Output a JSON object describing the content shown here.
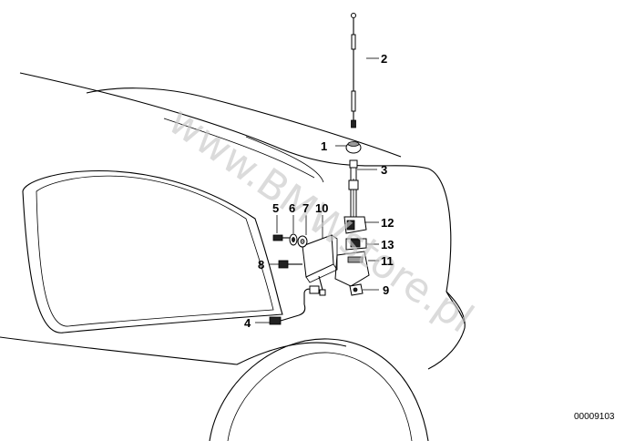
{
  "watermark": "www.BMWstore.pl",
  "drawing_number": "00009103",
  "callouts": [
    {
      "id": "label-1",
      "text": "1"
    },
    {
      "id": "label-2",
      "text": "2"
    },
    {
      "id": "label-3",
      "text": "3"
    },
    {
      "id": "label-4",
      "text": "4"
    },
    {
      "id": "label-5",
      "text": "5"
    },
    {
      "id": "label-6",
      "text": "6"
    },
    {
      "id": "label-7",
      "text": "7"
    },
    {
      "id": "label-8",
      "text": "8"
    },
    {
      "id": "label-9",
      "text": "9"
    },
    {
      "id": "label-10",
      "text": "10"
    },
    {
      "id": "label-11",
      "text": "11"
    },
    {
      "id": "label-12",
      "text": "12"
    },
    {
      "id": "label-13",
      "text": "13"
    }
  ]
}
